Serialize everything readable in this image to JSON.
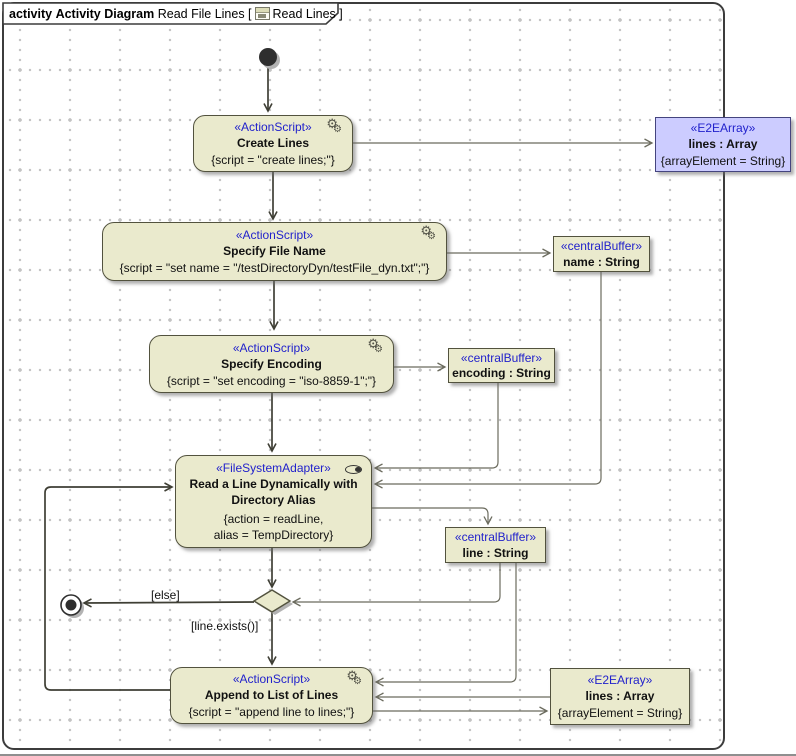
{
  "title": {
    "keyword": "activity",
    "type": "Activity Diagram",
    "name": "Read File Lines [",
    "ref": "Read Lines ]"
  },
  "nodes": {
    "create_lines": {
      "stereotype": "«ActionScript»",
      "name": "Create Lines",
      "spec": "{script = \"create lines;\"}"
    },
    "lines_array_top": {
      "stereotype": "«E2EArray»",
      "name": "lines : Array",
      "spec": "{arrayElement = String}"
    },
    "specify_file_name": {
      "stereotype": "«ActionScript»",
      "name": "Specify File Name",
      "spec": "{script = \"set name = \"/testDirectoryDyn/testFile_dyn.txt\";\"}"
    },
    "name_buffer": {
      "stereotype": "«centralBuffer»",
      "name": "name : String"
    },
    "specify_encoding": {
      "stereotype": "«ActionScript»",
      "name": "Specify Encoding",
      "spec": "{script = \"set encoding = \"iso-8859-1\";\"}"
    },
    "encoding_buffer": {
      "stereotype": "«centralBuffer»",
      "name": "encoding : String"
    },
    "read_line": {
      "stereotype": "«FileSystemAdapter»",
      "name": "Read a Line Dynamically with Directory Alias",
      "spec1": "{action = readLine,",
      "spec2": "alias = TempDirectory}"
    },
    "line_buffer": {
      "stereotype": "«centralBuffer»",
      "name": "line : String"
    },
    "append_lines": {
      "stereotype": "«ActionScript»",
      "name": "Append to List of Lines",
      "spec": "{script = \"append line to lines;\"}"
    },
    "lines_array_bottom": {
      "stereotype": "«E2EArray»",
      "name": "lines : Array",
      "spec": "{arrayElement = String}"
    }
  },
  "edge_labels": {
    "else_guard": "[else]",
    "line_exists_guard": "[line.exists()]"
  },
  "colors": {
    "action_fill": "#EAEACD",
    "array_fill": "#CCCCFF",
    "stereotype_text": "#2222CC",
    "node_border": "#52523E",
    "array_border": "#44447E",
    "control_flow": "#3F3F35",
    "object_flow": "#6B6B5E"
  }
}
